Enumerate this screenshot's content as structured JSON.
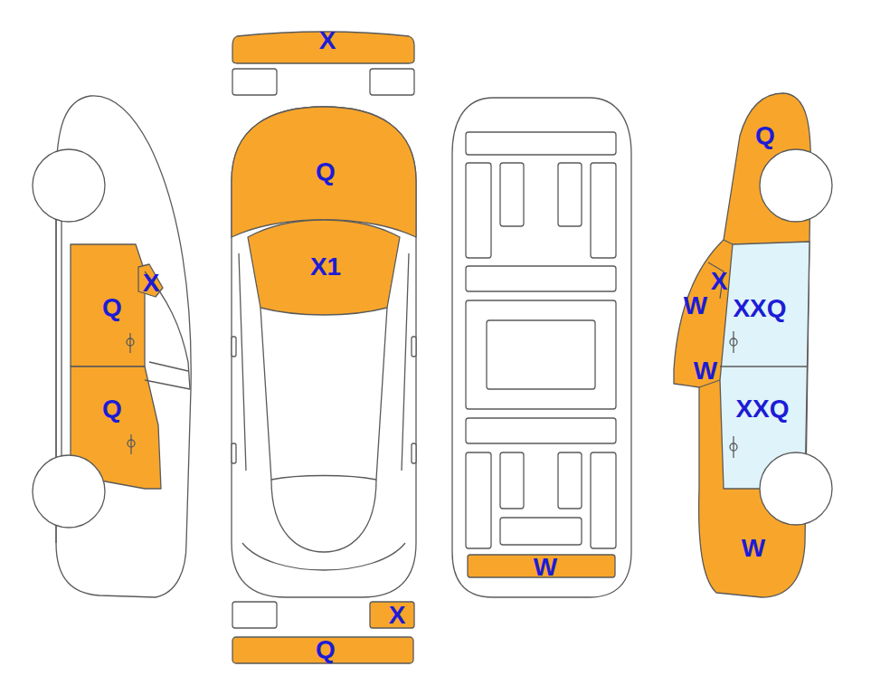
{
  "diagram": {
    "labels": [
      "X",
      "Q",
      "Q",
      "X1",
      "X",
      "X",
      "W",
      "Q",
      "XXQ",
      "W",
      "Q",
      "XXQ",
      "W",
      "W",
      "X",
      "Q"
    ]
  }
}
